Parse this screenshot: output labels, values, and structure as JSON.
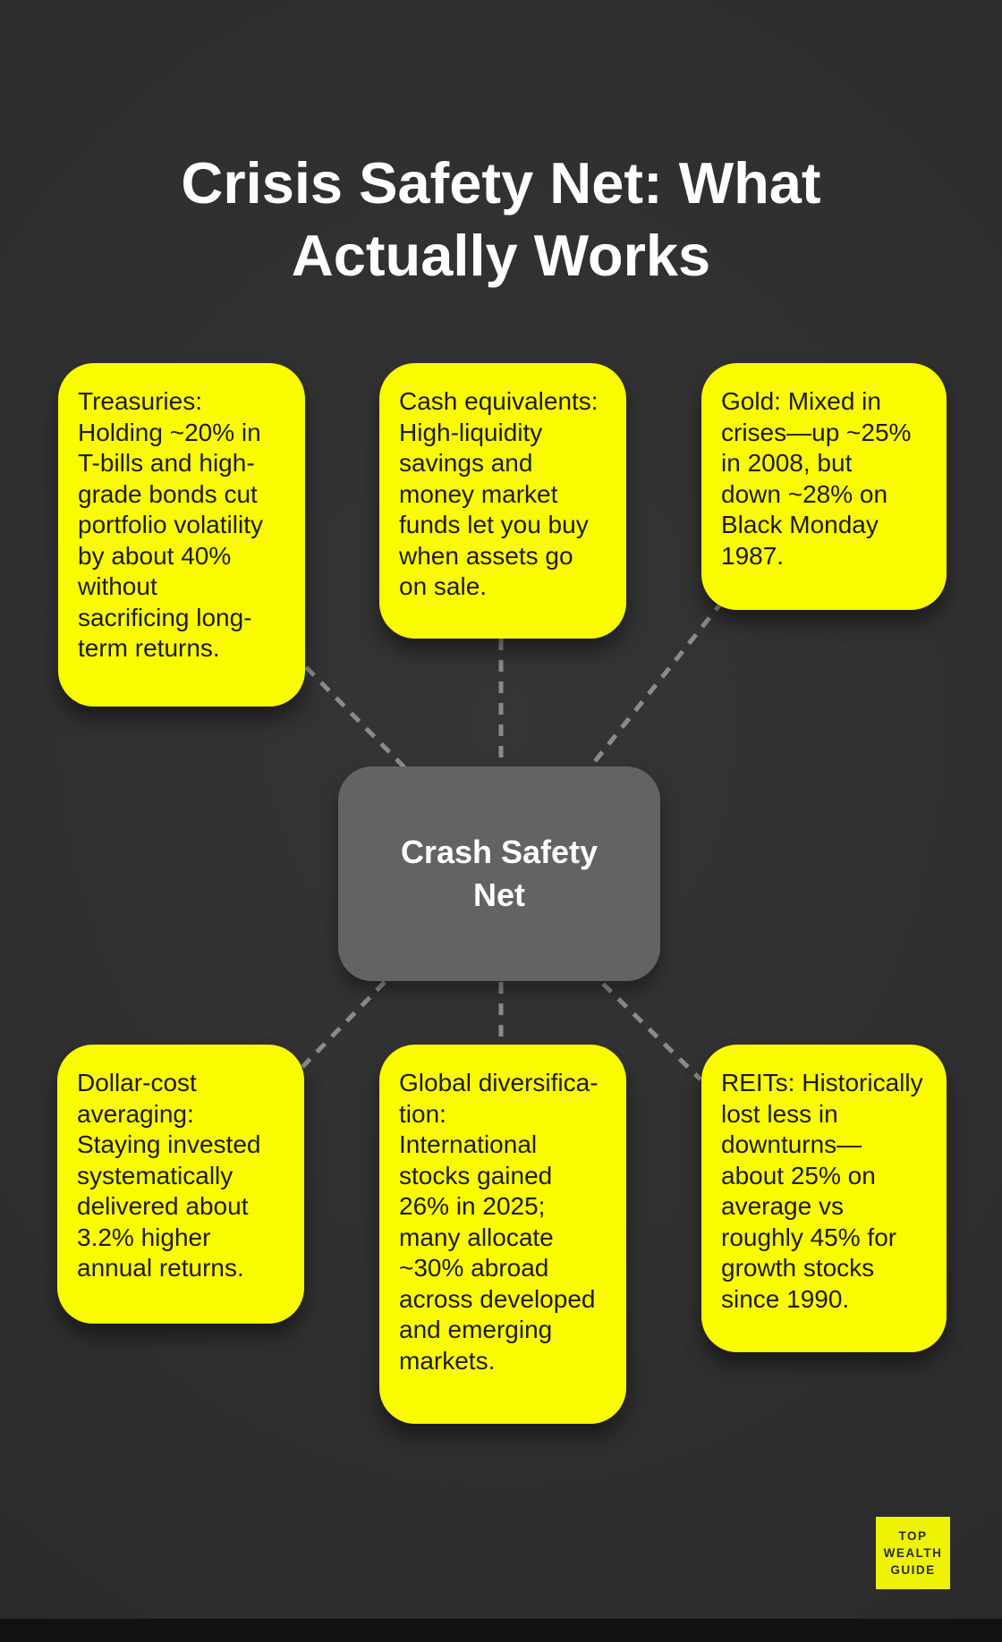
{
  "title": "Crisis Safety Net: What\nActually Works",
  "center": {
    "label": "Crash Safety\nNet"
  },
  "cards": [
    {
      "id": "treasuries",
      "text": "Treasuries:\nHolding ~20% in\nT-bills and high-\ngrade bonds cut\nportfolio volatility\nby about 40%\nwithout\nsacrificing long-\nterm returns."
    },
    {
      "id": "cash-equivalents",
      "text": "Cash equivalents:\nHigh-liquidity\nsavings and\nmoney market\nfunds let you buy\nwhen assets go\non sale."
    },
    {
      "id": "gold",
      "text": "Gold: Mixed in\ncrises—up ~25%\nin 2008, but\ndown ~28% on\nBlack Monday\n1987."
    },
    {
      "id": "dollar-cost-averaging",
      "text": "Dollar-cost\naveraging:\nStaying invested\nsystematically\ndelivered about\n3.2% higher\nannual returns."
    },
    {
      "id": "global-diversification",
      "text": "Global diversifica-\ntion:\nInternational\nstocks gained\n26% in 2025;\nmany allocate\n~30% abroad\nacross developed\nand emerging\nmarkets."
    },
    {
      "id": "reits",
      "text": "REITs: Historically\nlost less in\ndownturns—\nabout 25% on\naverage vs\nroughly 45% for\ngrowth stocks\nsince 1990."
    }
  ],
  "logo": {
    "line1": "TOP",
    "line2": "WEALTH",
    "line3": "GUIDE"
  },
  "colors": {
    "background": "#2f2f30",
    "background_hi": "#353537",
    "title_text": "#ffffff",
    "card": "#fbfb00",
    "card_text": "#1c1c1c",
    "center_box": "#636363",
    "connector": "#8b8b8b",
    "logo_bg": "#eef203",
    "logo_text": "#2b2b2b"
  }
}
